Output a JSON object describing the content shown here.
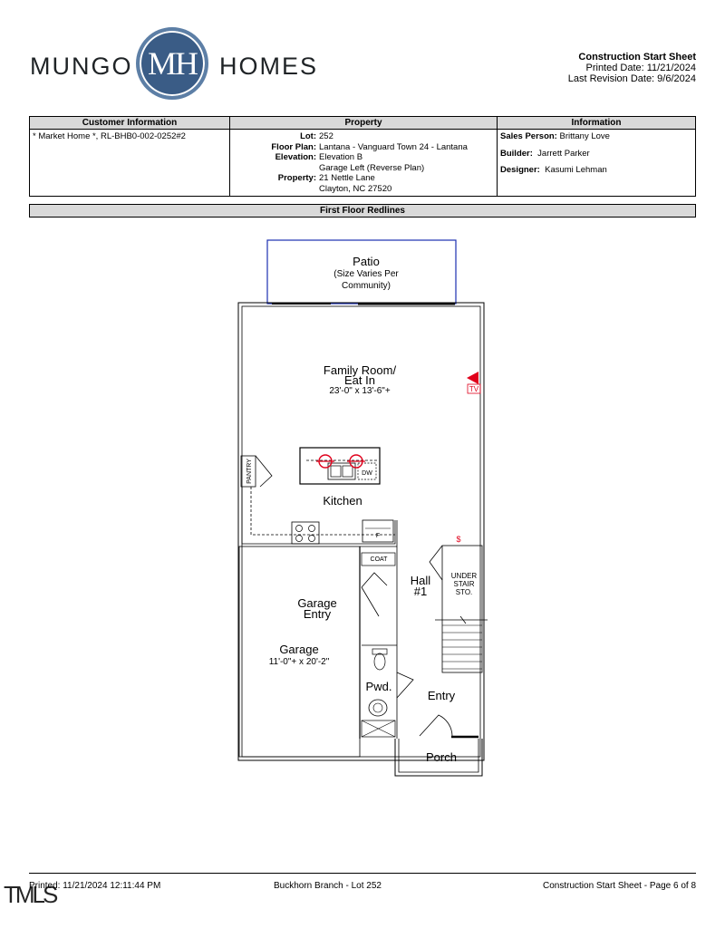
{
  "brand": {
    "word_left": "MUNGO",
    "monogram": "MH",
    "word_right": "HOMES",
    "circle_color": "#3a5c86"
  },
  "doc": {
    "title": "Construction Start Sheet",
    "printed": "Printed Date: 11/21/2024",
    "revision": "Last Revision Date: 9/6/2024"
  },
  "table": {
    "headers": [
      "Customer Information",
      "Property",
      "Information"
    ],
    "customer": "* Market Home *, RL-BHB0-002-0252#2",
    "property": {
      "lot_label": "Lot:",
      "lot": "252",
      "floor_plan_label": "Floor Plan:",
      "floor_plan": "Lantana - Vanguard Town 24 - Lantana",
      "elevation_label": "Elevation:",
      "elevation": "Elevation B",
      "elevation_note": "Garage Left (Reverse Plan)",
      "address_label": "Property:",
      "address_line1": "21 Nettle Lane",
      "address_line2": "Clayton, NC 27520"
    },
    "info": {
      "sales_label": "Sales Person:",
      "sales": "Brittany Love",
      "builder_label": "Builder:",
      "builder": "Jarrett Parker",
      "designer_label": "Designer:",
      "designer": "Kasumi Lehman"
    }
  },
  "section_title": "First Floor Redlines",
  "plan": {
    "patio": "Patio",
    "patio_note1": "(Size Varies Per",
    "patio_note2": "Community)",
    "family1": "Family Room/",
    "family2": "Eat In",
    "family_dim": "23'-0\" x 13'-6\"+",
    "tv": "TV",
    "pantry": "PANTRY",
    "dw": "DW",
    "kitchen": "Kitchen",
    "fridge": "F",
    "coat": "COAT",
    "hall1": "Hall",
    "hall2": "#1",
    "under1": "UNDER",
    "under2": "STAIR",
    "under3": "STO.",
    "garage_entry1": "Garage",
    "garage_entry2": "Entry",
    "garage": "Garage",
    "garage_dim": "11'-0\"+ x 20'-2\"",
    "pwd": "Pwd.",
    "entry": "Entry",
    "porch": "Porch",
    "switch": "$",
    "redline_color": "#e0001b"
  },
  "footer": {
    "printed": "Printed: 11/21/2024 12:11:44 PM",
    "center": "Buckhorn Branch - Lot 252",
    "right": "Construction Start Sheet - Page 6 of 8",
    "watermark": "TMLS"
  }
}
